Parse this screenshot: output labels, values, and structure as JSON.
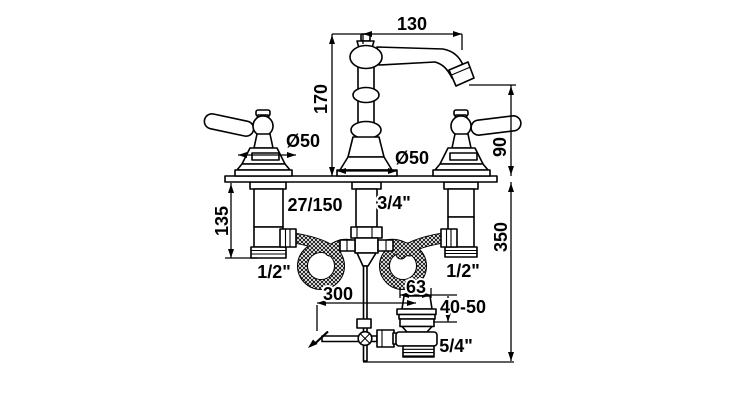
{
  "drawing": {
    "type": "faucet-dimension-diagram",
    "labels": {
      "spout_reach": "130",
      "spout_height": "170",
      "handle_diameter": "Ø50",
      "base_diameter": "Ø50",
      "outlet_height": "90",
      "deck_thickness": "27/150",
      "center_thread": "3/4\"",
      "shank_length": "135",
      "left_thread": "1/2\"",
      "right_thread": "1/2\"",
      "total_depth": "350",
      "rod_offset": "300",
      "waste_top_diameter": "63",
      "waste_adjust_range": "40-50",
      "waste_thread": "5/4\""
    },
    "colors": {
      "line": "#000000",
      "background": "#ffffff"
    }
  }
}
